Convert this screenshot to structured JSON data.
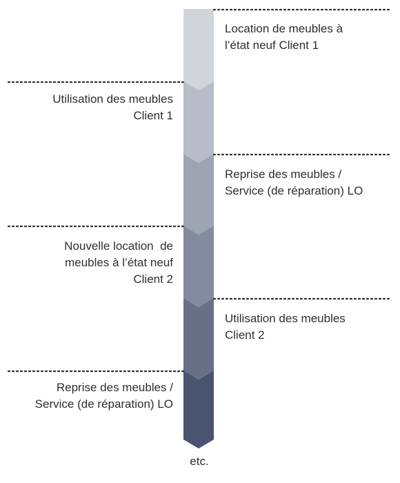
{
  "steps": [
    {
      "side": "right",
      "lines": [
        "Location de meubles à",
        "l’état neuf Client 1"
      ],
      "color": "#d1d4db"
    },
    {
      "side": "left",
      "lines": [
        "Utilisation des meubles",
        "Client 1"
      ],
      "color": "#b8bcc8"
    },
    {
      "side": "right",
      "lines": [
        "Reprise des meubles /",
        "Service (de réparation) LO"
      ],
      "color": "#9fa4b3"
    },
    {
      "side": "left",
      "lines": [
        "Nouvelle location  de",
        "meubles à l’état neuf",
        "Client 2"
      ],
      "color": "#858b9e"
    },
    {
      "side": "right",
      "lines": [
        "Utilisation des meubles",
        "Client 2"
      ],
      "color": "#686f87"
    },
    {
      "side": "left",
      "lines": [
        "Reprise des meubles /",
        "Service (de réparation) LO"
      ],
      "color": "#4a5370"
    }
  ],
  "footer": "etc.",
  "colors": {
    "separator": "#2a2a2a",
    "text": "#2e2e2e"
  }
}
